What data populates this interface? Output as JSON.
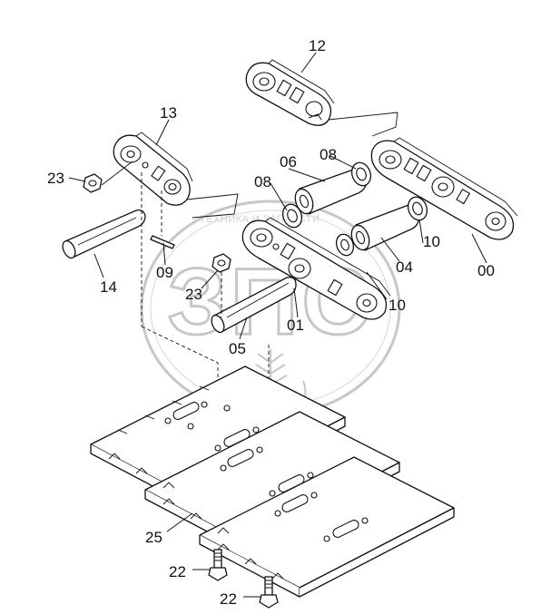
{
  "diagram": {
    "watermark": {
      "brand_letters": "ЗПС",
      "caption": "ТЕХНИКА И ЗАПЧАСТИ"
    },
    "callouts": [
      {
        "id": "c12a",
        "label": "12"
      },
      {
        "id": "c13",
        "label": "13"
      },
      {
        "id": "c23a",
        "label": "23"
      },
      {
        "id": "c06",
        "label": "06"
      },
      {
        "id": "c08a",
        "label": "08"
      },
      {
        "id": "c08b",
        "label": "08"
      },
      {
        "id": "c09",
        "label": "09"
      },
      {
        "id": "c14",
        "label": "14"
      },
      {
        "id": "c23b",
        "label": "23"
      },
      {
        "id": "c10a",
        "label": "10"
      },
      {
        "id": "c04",
        "label": "04"
      },
      {
        "id": "c00",
        "label": "00"
      },
      {
        "id": "c10b",
        "label": "10"
      },
      {
        "id": "c01",
        "label": "01"
      },
      {
        "id": "c05",
        "label": "05"
      },
      {
        "id": "c25",
        "label": "25"
      },
      {
        "id": "c22a",
        "label": "22"
      },
      {
        "id": "c22b",
        "label": "22"
      }
    ]
  }
}
